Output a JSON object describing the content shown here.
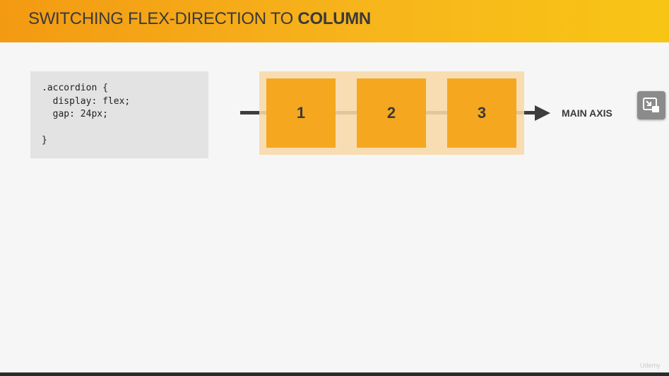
{
  "header": {
    "title_prefix": "SWITCHING FLEX-DIRECTION TO ",
    "title_bold": "COLUMN"
  },
  "code": {
    "lines": ".accordion {\n  display: flex;\n  gap: 24px;\n\n}"
  },
  "diagram": {
    "items": [
      "1",
      "2",
      "3"
    ],
    "axis_label": "MAIN AXIS"
  },
  "controls": {
    "pip_icon": "picture-in-picture-icon"
  },
  "watermark": {
    "text": "Udemy"
  },
  "colors": {
    "header_start": "#f39a12",
    "header_end": "#f8c515",
    "item": "#f5a71f",
    "container": "#f8daa8",
    "axis": "#3d3d3d"
  }
}
